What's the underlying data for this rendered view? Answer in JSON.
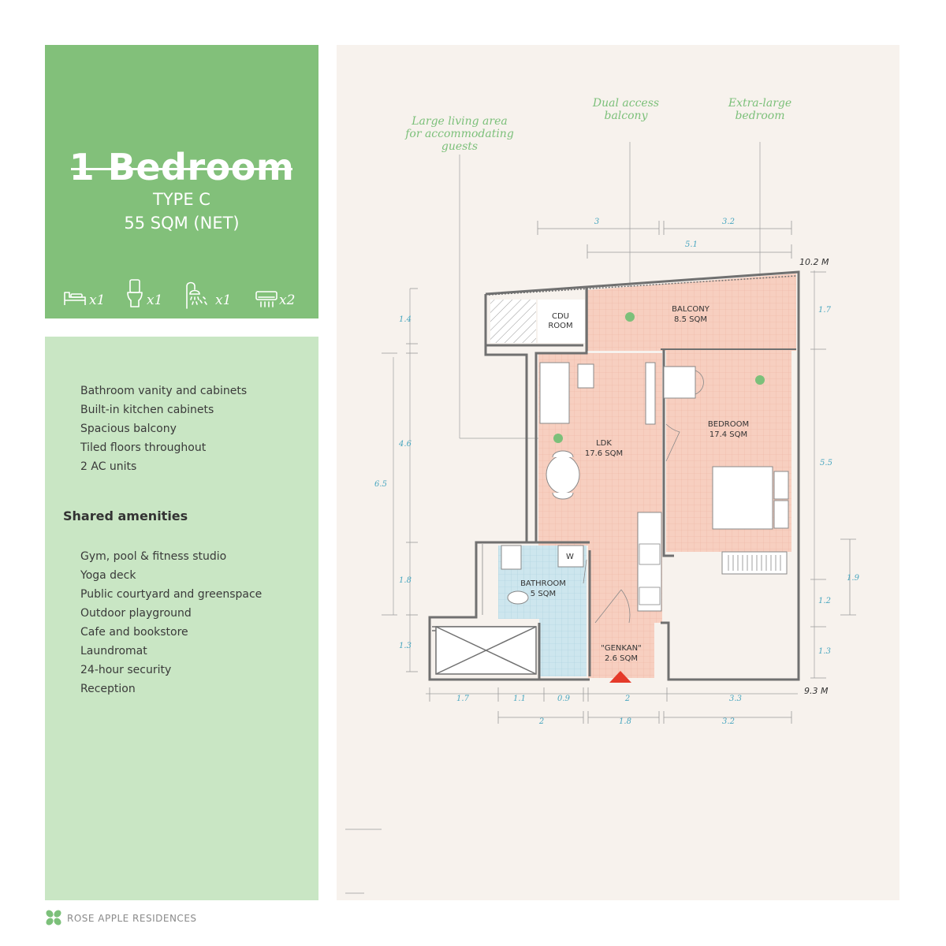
{
  "header": {
    "title": "1 Bedroom",
    "type": "TYPE C",
    "area": "55 SQM (NET)",
    "counts": [
      {
        "icon": "bed-icon",
        "count": "x1"
      },
      {
        "icon": "toilet-icon",
        "count": "x1"
      },
      {
        "icon": "shower-icon",
        "count": "x1"
      },
      {
        "icon": "air-conditioner-icon",
        "count": "x2"
      }
    ]
  },
  "features": [
    "Bathroom vanity and cabinets",
    "Built-in kitchen cabinets",
    "Spacious balcony",
    "Tiled floors throughout",
    "2 AC units"
  ],
  "amenities": {
    "heading": "Shared amenities",
    "items": [
      "Gym, pool & fitness studio",
      "Yoga deck",
      "Public courtyard and greenspace",
      "Outdoor playground",
      "Cafe and bookstore",
      "Laundromat",
      "24-hour security",
      "Reception"
    ]
  },
  "plan": {
    "callouts": {
      "living": [
        "Large living area",
        "for accommodating",
        "guests"
      ],
      "balcony": [
        "Dual access",
        "balcony"
      ],
      "bedroom": [
        "Extra-large",
        "bedroom"
      ]
    },
    "rooms": {
      "cdu": [
        "CDU",
        "ROOM"
      ],
      "balcony": [
        "BALCONY",
        "8.5 SQM"
      ],
      "bedroom": [
        "BEDROOM",
        "17.4 SQM"
      ],
      "ldk": [
        "LDK",
        "17.6 SQM"
      ],
      "bathroom": [
        "BATHROOM",
        "5 SQM"
      ],
      "genkan": [
        "\"GENKAN\"",
        "2.6 SQM"
      ],
      "washer": "W"
    },
    "dims": {
      "top_a": "3",
      "top_b": "3.2",
      "top_c": "5.1",
      "total_width": "10.2 M",
      "total_depth": "9.3 M",
      "left_a": "1.4",
      "left_b": "4.6",
      "left_c": "6.5",
      "left_d": "1.8",
      "left_e": "1.3",
      "right_a": "1.7",
      "right_b": "5.5",
      "right_c": "1.9",
      "right_d": "1.2",
      "right_e": "1.3",
      "bot1_a": "1.7",
      "bot1_b": "1.1",
      "bot1_c": "0.9",
      "bot1_d": "2",
      "bot1_e": "3.3",
      "bot2_a": "2",
      "bot2_b": "1.8",
      "bot2_c": "3.2"
    },
    "colors": {
      "room_fill": "#f7cfc0",
      "bath_fill": "#cde6ee",
      "wall": "#707070",
      "callout_green": "#7cc07a",
      "dim_blue": "#4aa7c0",
      "entry_red": "#e53a2a"
    }
  },
  "brand": {
    "name": "ROSE APPLE RESIDENCES",
    "icon": "clover-logo-icon"
  }
}
